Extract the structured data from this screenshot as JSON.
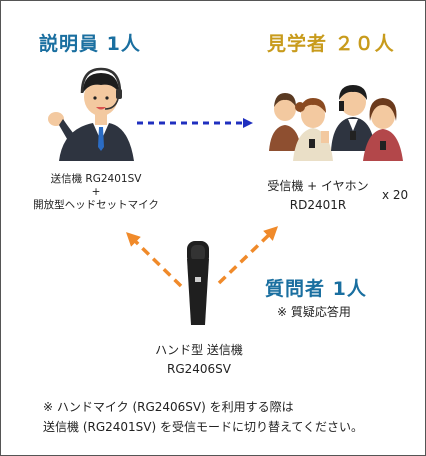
{
  "presenter": {
    "heading": "説明員 1人",
    "device_line1": "送信機 RG2401SV",
    "device_plus": "+",
    "device_line2": "開放型ヘッドセットマイク"
  },
  "visitors": {
    "heading": "見学者 ２０人",
    "device_line1": "受信機 + イヤホン",
    "device_line2": "RD2401R",
    "count": "x 20"
  },
  "questioner": {
    "heading": "質問者 1人",
    "note": "※ 質疑応答用"
  },
  "hand_mic": {
    "label_line1": "ハンド型 送信機",
    "label_line2": "RG2406SV"
  },
  "footnote": {
    "line1": "※ ハンドマイク (RG2406SV) を利用する際は",
    "line2": "送信機 (RG2401SV) を受信モードに切り替えてください。"
  },
  "colors": {
    "presenter_heading": "#1a6fa0",
    "visitors_heading": "#c89b1c",
    "questioner_heading": "#1a6fa0",
    "blue_arrow": "#1f2fbf",
    "orange_arrows": "#f08a2a"
  }
}
